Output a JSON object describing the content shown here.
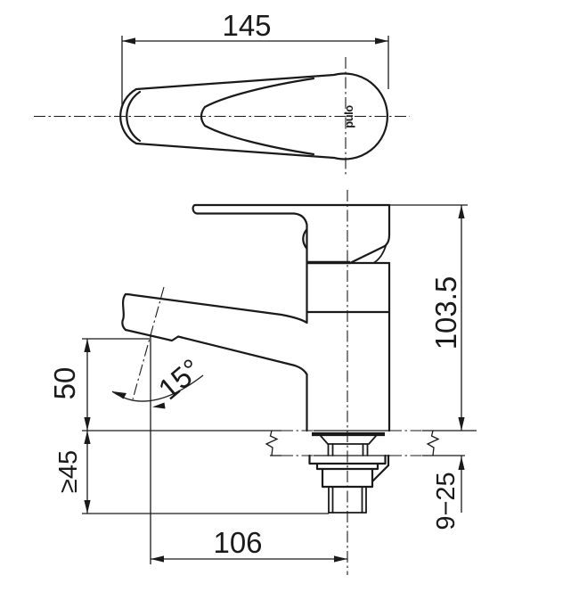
{
  "drawing": {
    "type": "faucet-installation-dimension-drawing",
    "brand_logo": "pulo",
    "dimensions": {
      "handle_length": "145",
      "overall_height": "103.5",
      "spout_outlet_height": "50",
      "spout_angle": "15°",
      "under_counter_clearance": "≥45",
      "spout_reach": "106",
      "mounting_deck_thickness": "9−25"
    }
  }
}
